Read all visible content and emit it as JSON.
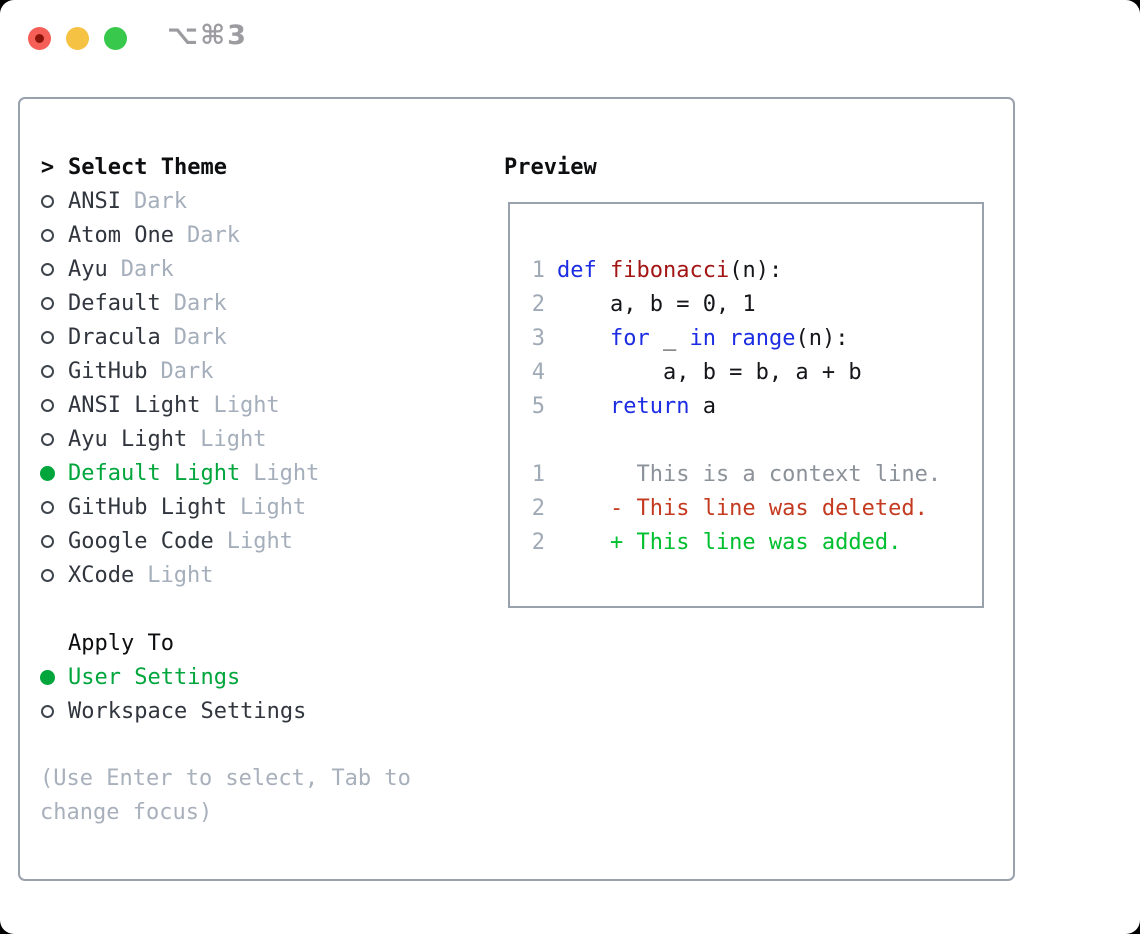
{
  "titlebar": {
    "shortcut": "⌥⌘3"
  },
  "theme_menu": {
    "header_prefix": ">",
    "header": "Select Theme",
    "items": [
      {
        "name": "ANSI",
        "variant": "Dark",
        "selected": false
      },
      {
        "name": "Atom One",
        "variant": "Dark",
        "selected": false
      },
      {
        "name": "Ayu",
        "variant": "Dark",
        "selected": false
      },
      {
        "name": "Default",
        "variant": "Dark",
        "selected": false
      },
      {
        "name": "Dracula",
        "variant": "Dark",
        "selected": false
      },
      {
        "name": "GitHub",
        "variant": "Dark",
        "selected": false
      },
      {
        "name": "ANSI Light",
        "variant": "Light",
        "selected": false
      },
      {
        "name": "Ayu Light",
        "variant": "Light",
        "selected": false
      },
      {
        "name": "Default Light",
        "variant": "Light",
        "selected": true
      },
      {
        "name": "GitHub Light",
        "variant": "Light",
        "selected": false
      },
      {
        "name": "Google Code",
        "variant": "Light",
        "selected": false
      },
      {
        "name": "XCode",
        "variant": "Light",
        "selected": false
      }
    ]
  },
  "apply_to": {
    "header": "Apply To",
    "options": [
      {
        "label": "User Settings",
        "selected": true
      },
      {
        "label": "Workspace Settings",
        "selected": false
      }
    ]
  },
  "help_text": "(Use Enter to select, Tab to change focus)",
  "preview": {
    "title": "Preview",
    "code_lines": [
      {
        "num": "1",
        "segments": [
          {
            "t": "def",
            "c": "kw"
          },
          {
            "t": " ",
            "c": "pl"
          },
          {
            "t": "fibonacci",
            "c": "fn"
          },
          {
            "t": "(n):",
            "c": "pl"
          }
        ]
      },
      {
        "num": "2",
        "segments": [
          {
            "t": "    a, b = 0, 1",
            "c": "pl"
          }
        ]
      },
      {
        "num": "3",
        "segments": [
          {
            "t": "    ",
            "c": "pl"
          },
          {
            "t": "for",
            "c": "kw"
          },
          {
            "t": " _ ",
            "c": "pl"
          },
          {
            "t": "in",
            "c": "kw"
          },
          {
            "t": " ",
            "c": "pl"
          },
          {
            "t": "range",
            "c": "kw"
          },
          {
            "t": "(n):",
            "c": "pl"
          }
        ]
      },
      {
        "num": "4",
        "segments": [
          {
            "t": "        a, b = b, a + b",
            "c": "pl"
          }
        ]
      },
      {
        "num": "5",
        "segments": [
          {
            "t": "    ",
            "c": "pl"
          },
          {
            "t": "return",
            "c": "kw"
          },
          {
            "t": " a",
            "c": "pl"
          }
        ]
      }
    ],
    "diff_lines": [
      {
        "num": "1",
        "text": "      This is a context line.",
        "type": "context"
      },
      {
        "num": "2",
        "text": "    - This line was deleted.",
        "type": "deleted"
      },
      {
        "num": "2",
        "text": "    + This line was added.",
        "type": "added"
      }
    ]
  },
  "colors": {
    "selection_green": "#00a63c",
    "keyword_blue": "#1b2ce2",
    "function_red": "#a31515",
    "diff_deleted": "#c43a20",
    "diff_added": "#00bf2e",
    "muted_gray": "#a5aebb",
    "border_gray": "#99a1ac"
  }
}
